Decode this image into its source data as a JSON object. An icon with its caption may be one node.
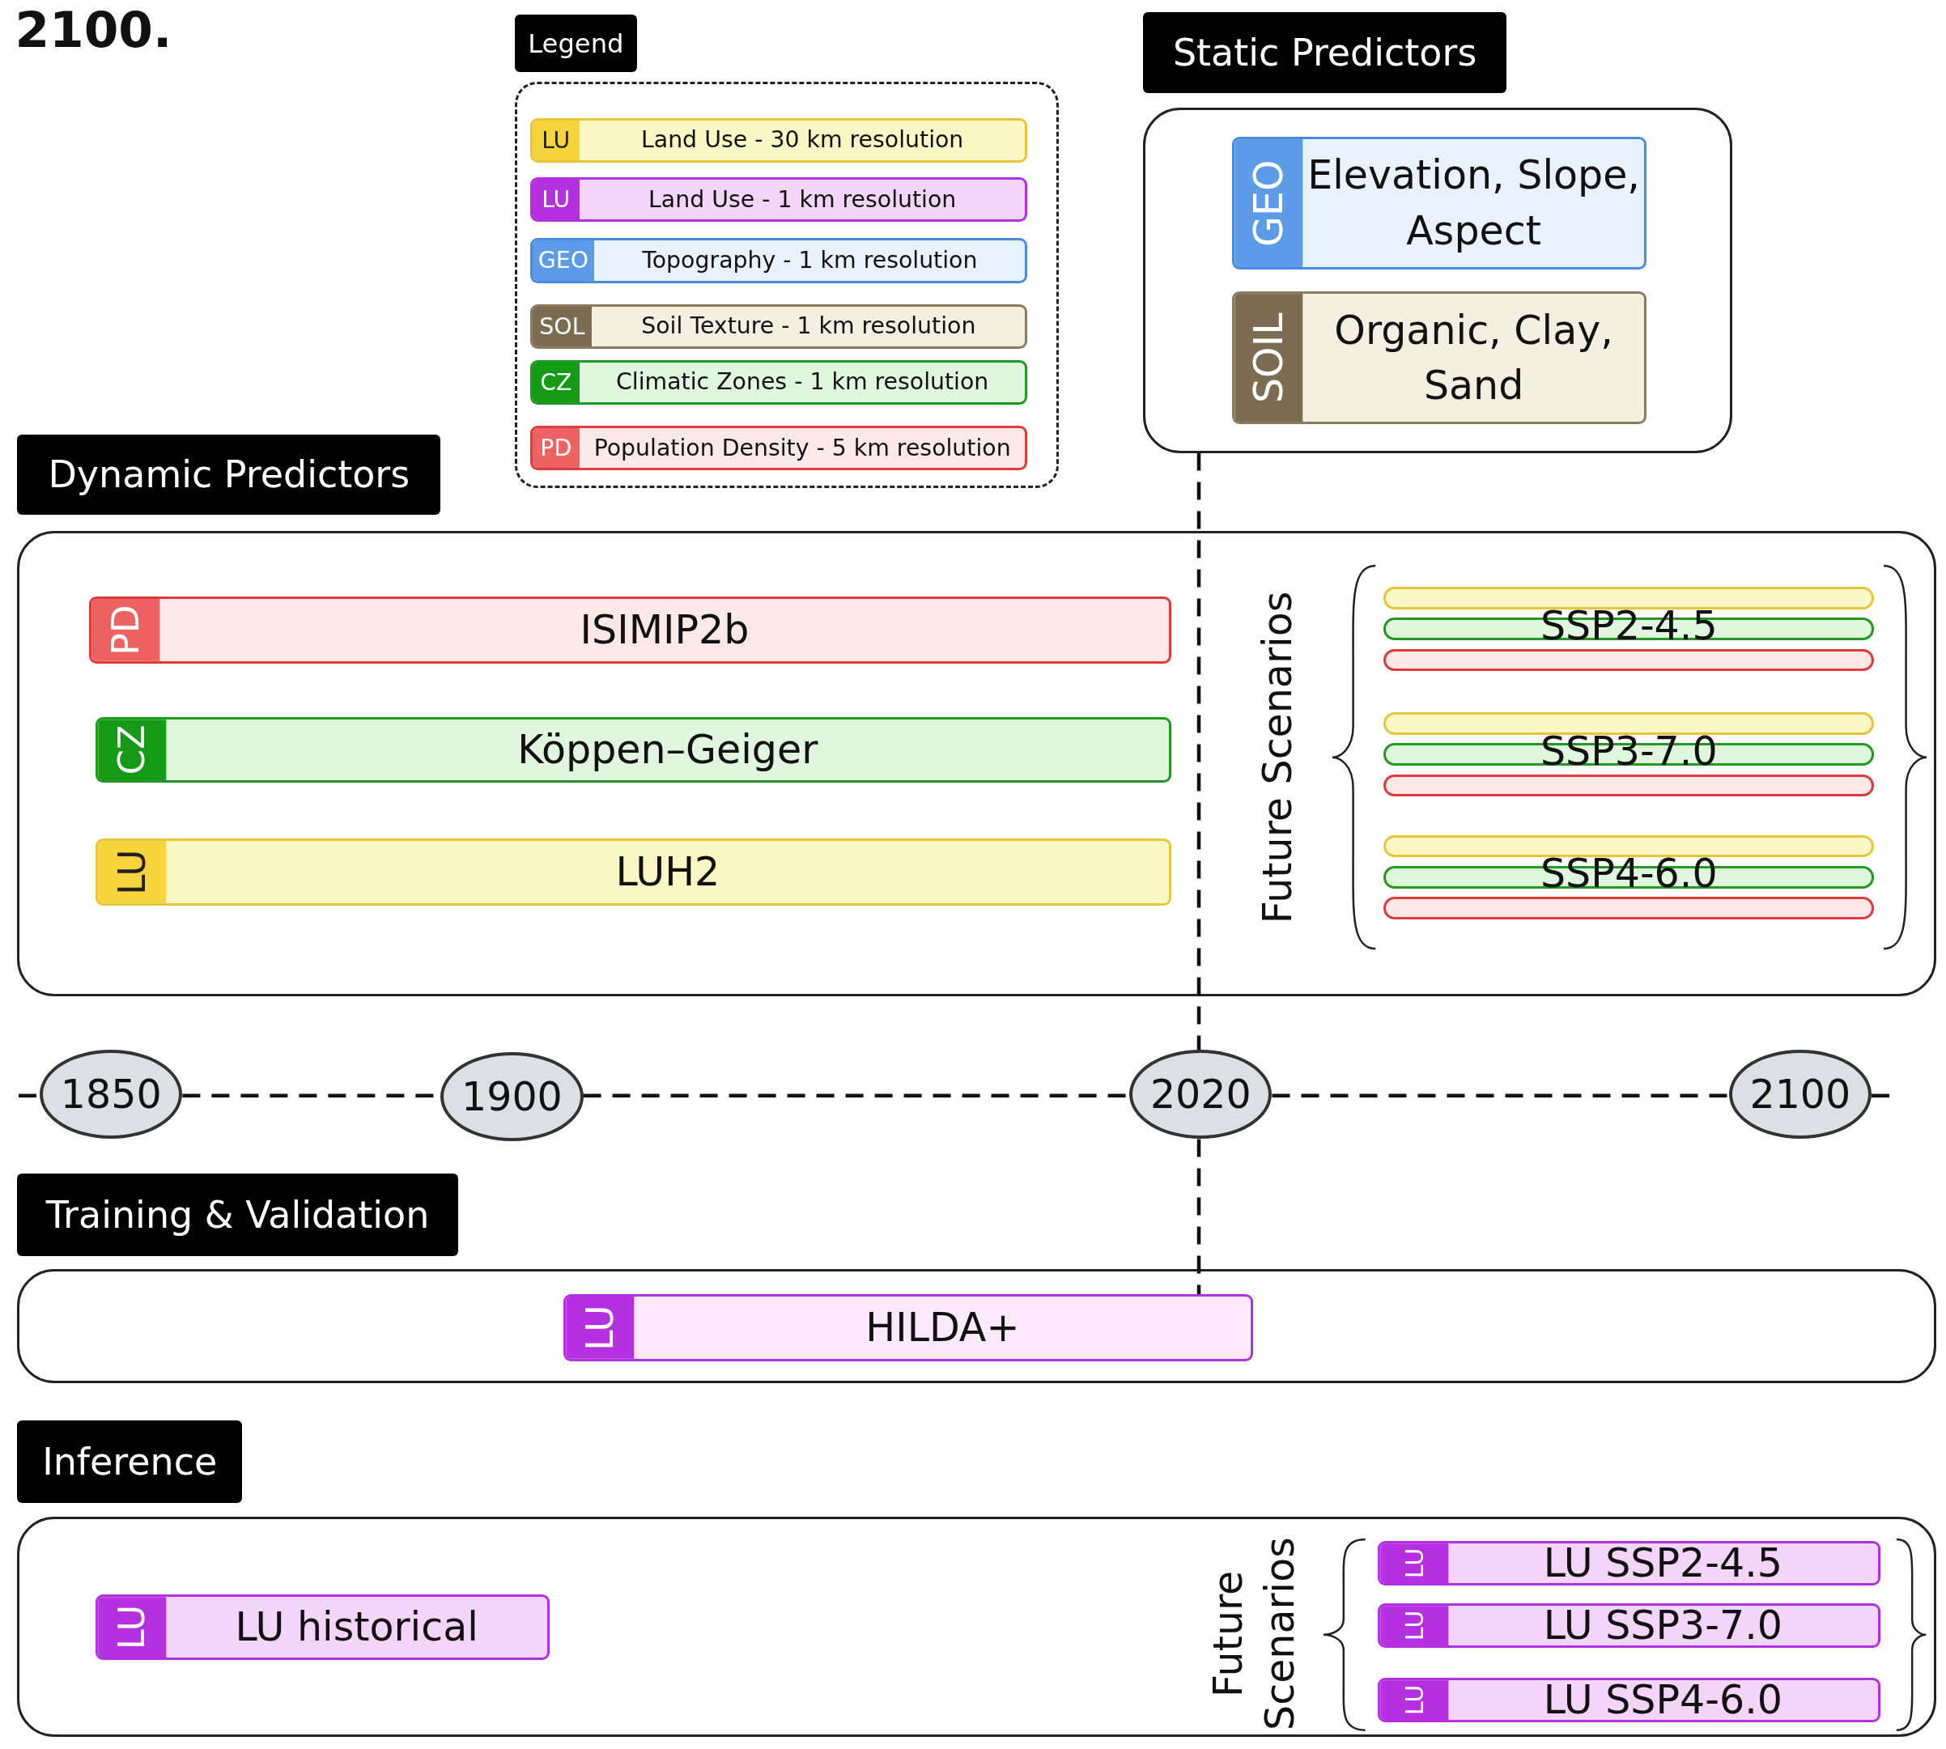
{
  "diagram": {
    "nodes": [
      {
        "text": [
          "Legend"
        ]
      },
      {
        "text": [
          "LU",
          "Land Use - 30 km resolution"
        ],
        "in": 0
      },
      {
        "text": [
          "LU",
          "Land Use - 1 km resolution"
        ],
        "in": 0
      },
      {
        "text": [
          "GEO",
          "Topography - 1 km resolution"
        ],
        "in": 0
      },
      {
        "text": [
          "SOL",
          "Soil Texture - 1 km resolution"
        ],
        "in": 0
      },
      {
        "text": [
          "CZ",
          "Climatic Zones - 1 km resolution"
        ],
        "in": 0
      },
      {
        "text": [
          "PD",
          "Population Density  - 5 km resolution"
        ],
        "in": 0
      },
      {
        "text": [
          "Static Predictors"
        ]
      },
      {
        "text": [
          "GEO",
          "Elevation, Slope, Aspect"
        ],
        "in": 7
      },
      {
        "text": [
          "SOIL",
          "Organic, Clay, Sand"
        ],
        "in": 7
      },
      {
        "text": [
          "Dynamic Predictors"
        ]
      },
      {
        "text": [
          "PD",
          "ISIMIP2b"
        ],
        "in": 10
      },
      {
        "text": [
          "CZ",
          "Köppen–Geiger"
        ],
        "in": 10
      },
      {
        "text": [
          "LU",
          "LUH2"
        ],
        "in": 10
      },
      {
        "text": [
          "Future Scenarios"
        ],
        "in": 10
      },
      {
        "text": [
          "SSP2-4.5"
        ],
        "in": 14
      },
      {
        "text": [
          "SSP3-7.0"
        ],
        "in": 14
      },
      {
        "text": [
          "SSP4-6.0"
        ],
        "in": 14
      },
      {
        "text": [
          "1850"
        ]
      },
      {
        "text": [
          "1900"
        ]
      },
      {
        "text": [
          "2020"
        ]
      },
      {
        "text": [
          "2100"
        ]
      },
      {
        "text": [
          "Training & Validation"
        ]
      },
      {
        "text": [
          "LU",
          "HILDA+"
        ],
        "in": 22
      },
      {
        "text": [
          "Inference"
        ]
      },
      {
        "text": [
          "LU",
          "LU historical"
        ],
        "in": 24
      },
      {
        "text": [
          "Future Scenarios"
        ],
        "in": 24
      },
      {
        "text": [
          "LU",
          "LU SSP2-4.5"
        ],
        "in": 26
      },
      {
        "text": [
          "LU",
          "LU SSP3-7.0"
        ],
        "in": 26
      },
      {
        "text": [
          "LU",
          "LU SSP4-6.0"
        ],
        "in": 26
      }
    ],
    "edges": [
      {
        "from": null,
        "to": 18,
        "arrow": "none",
        "style": "dashed"
      },
      {
        "from": 18,
        "to": 19,
        "arrow": "none",
        "style": "dashed"
      },
      {
        "from": 19,
        "to": 20,
        "arrow": "none",
        "style": "dashed"
      },
      {
        "from": 20,
        "to": 21,
        "arrow": "none",
        "style": "dashed"
      },
      {
        "from": 21,
        "to": null,
        "arrow": "none",
        "style": "dashed"
      },
      {
        "from": 7,
        "to": 20,
        "arrow": "none",
        "style": "dashed"
      },
      {
        "from": 20,
        "to": 23,
        "arrow": "none",
        "style": "dashed"
      }
    ],
    "labels": [
      "2100."
    ]
  }
}
